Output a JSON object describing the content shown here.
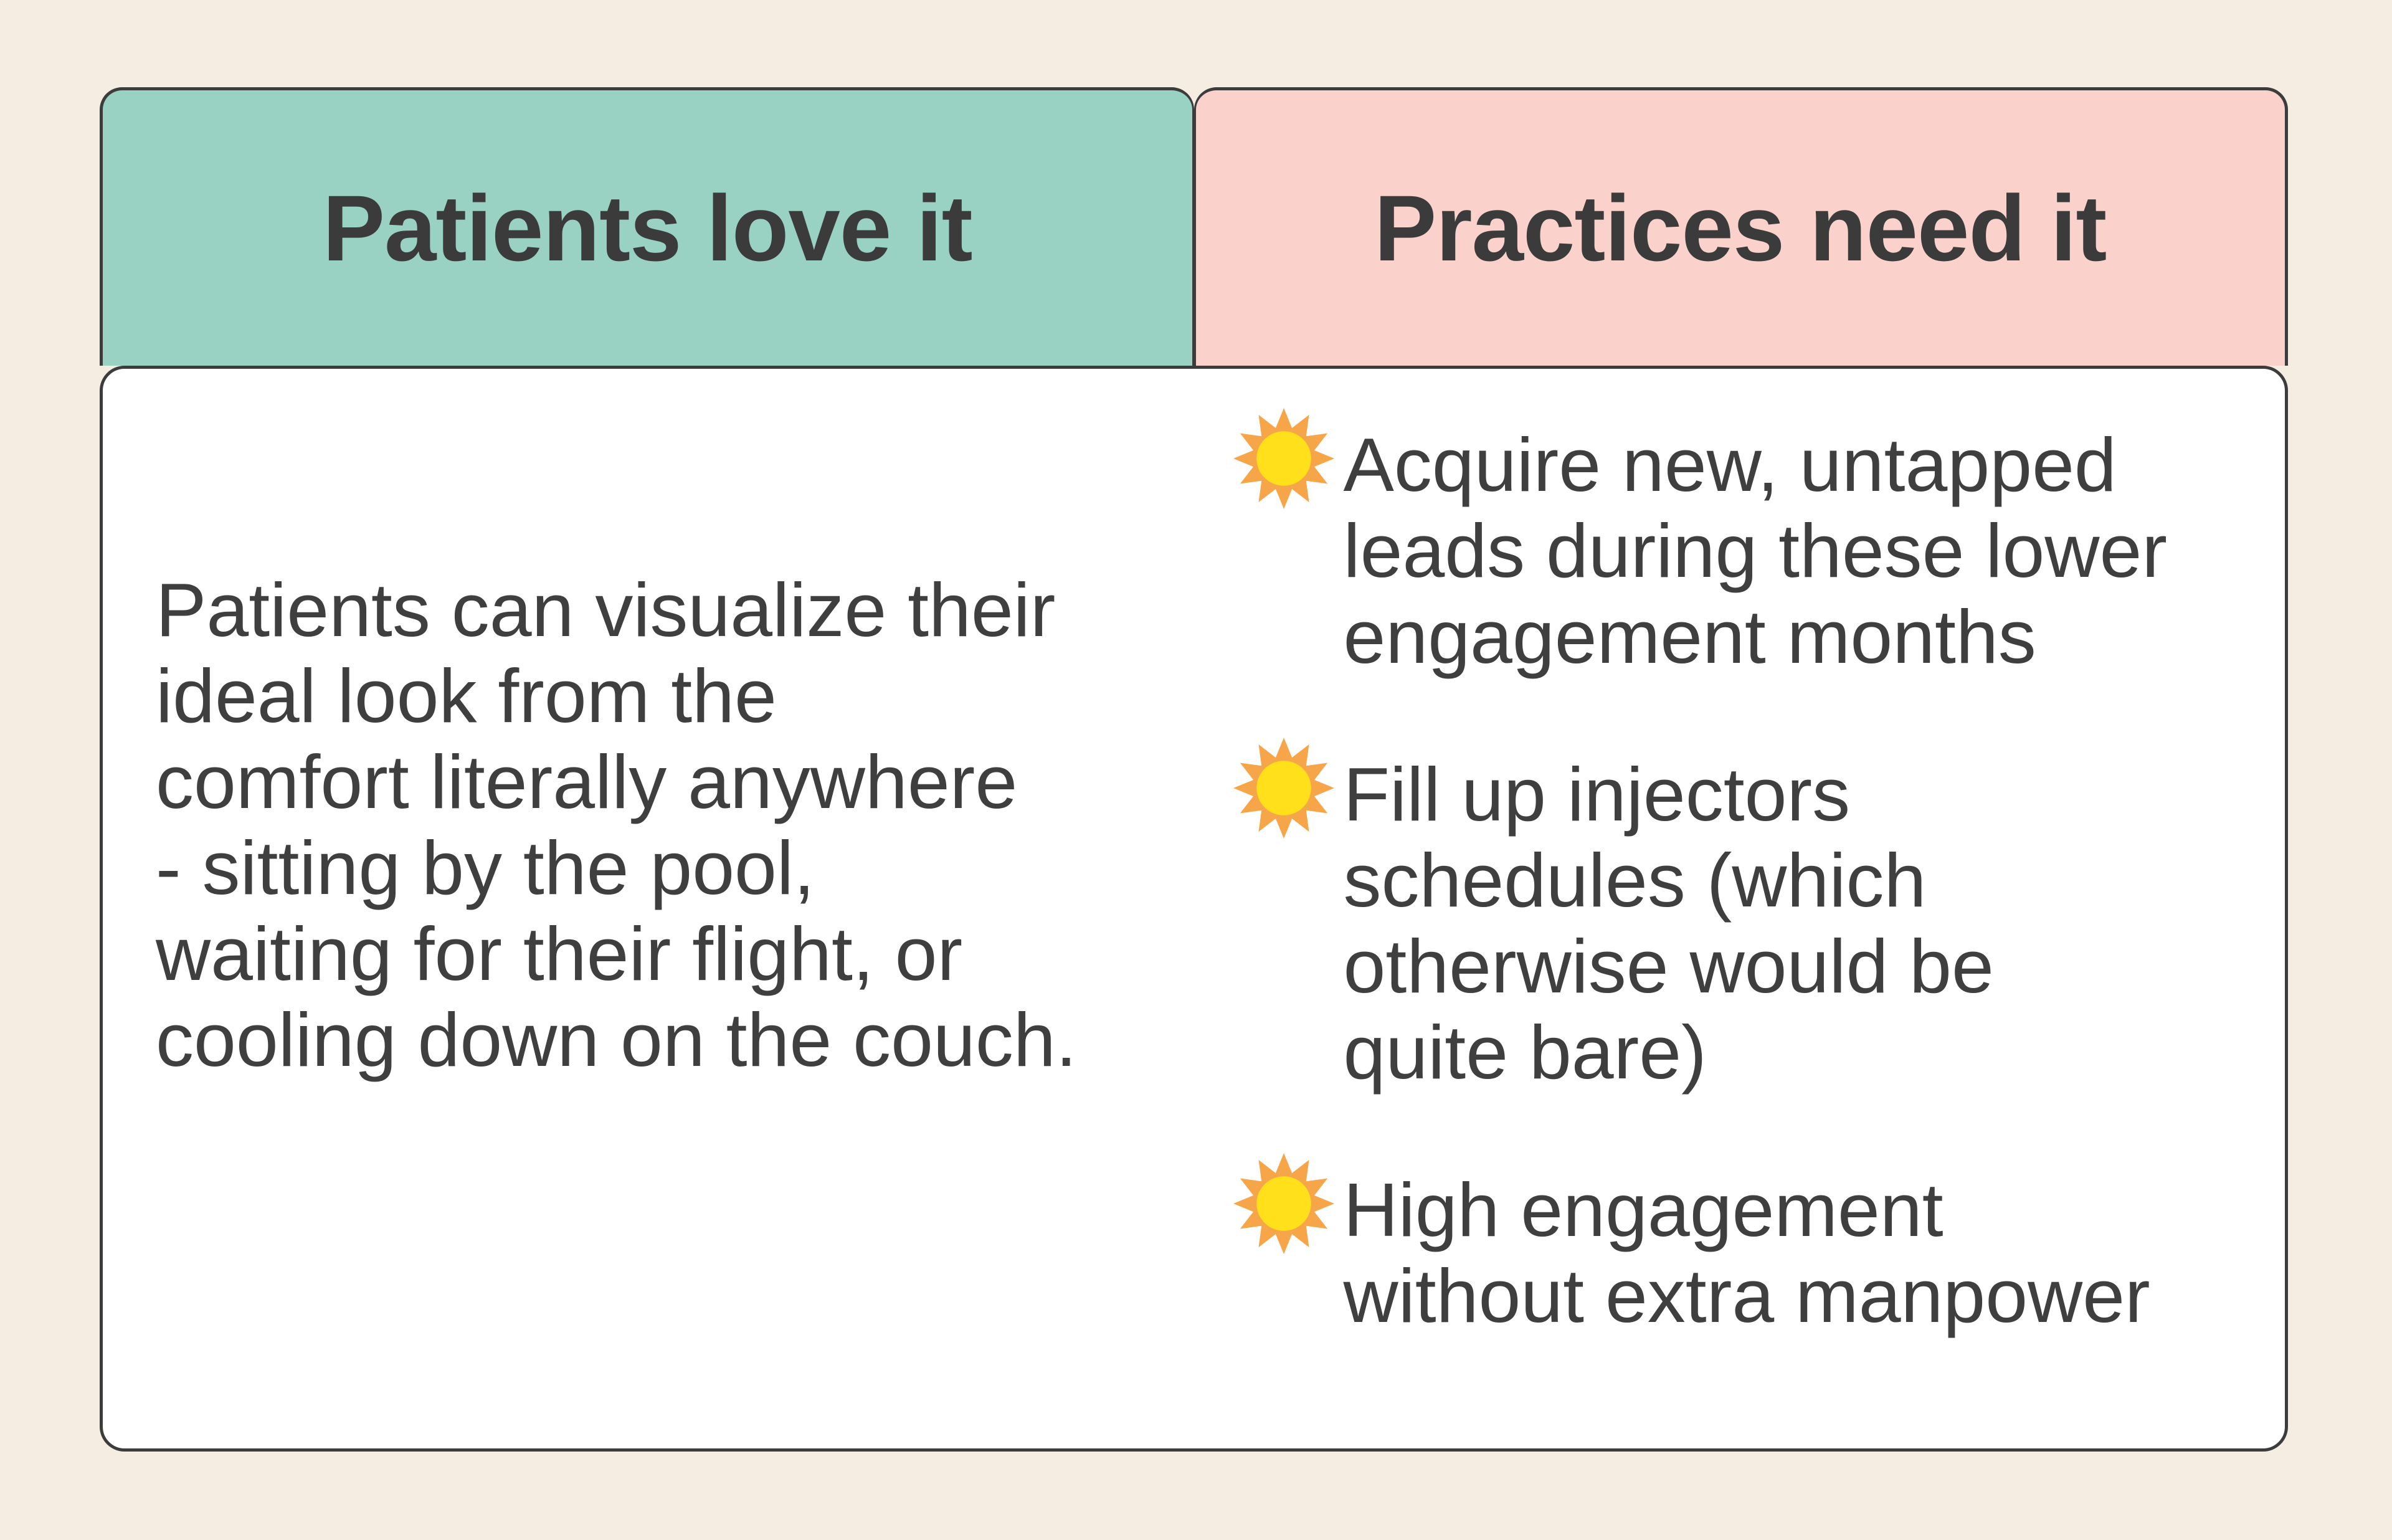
{
  "colors": {
    "background": "#F5EDE1",
    "teal": "#99D1C3",
    "pink": "#FAD2CB",
    "border": "#3C3C3C",
    "card": "#FFFFFF",
    "heading_text": "#3B3B3B",
    "text": "#3F3F3F",
    "sun_ray": "#F6A649",
    "sun_core": "#FFE01A"
  },
  "tabs": [
    {
      "id": "patients",
      "label": "Patients love it",
      "color": "#99D1C3"
    },
    {
      "id": "practices",
      "label": "Practices need it",
      "color": "#FAD2CB"
    }
  ],
  "columns": {
    "patients": {
      "paragraph": "Patients can visualize their\nideal look from the\ncomfort literally anywhere\n- sitting by the pool,\nwaiting for their flight, or\ncooling down on the couch."
    },
    "practices": {
      "bullets": [
        {
          "icon": "sun-icon",
          "text": "Acquire new, untapped\nleads during these lower\nengagement months"
        },
        {
          "icon": "sun-icon",
          "text": "Fill up injectors\nschedules (which\notherwise would be\nquite bare)"
        },
        {
          "icon": "sun-icon",
          "text": "High engagement\nwithout extra manpower"
        }
      ]
    }
  }
}
